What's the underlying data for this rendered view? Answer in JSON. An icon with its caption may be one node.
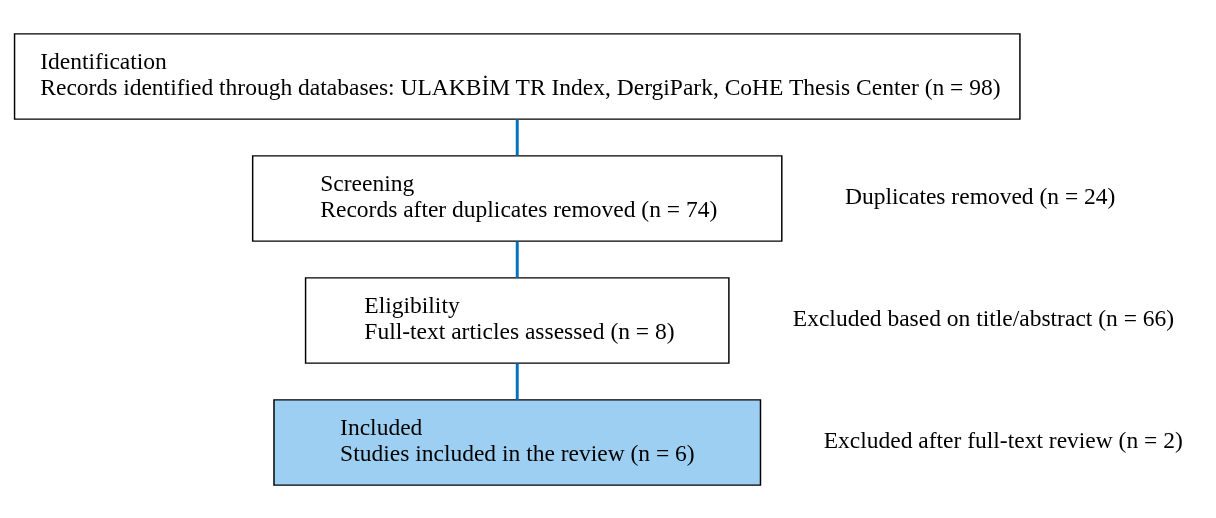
{
  "diagram": {
    "nodes": [
      {
        "text": [
          "Identification",
          "Records identified through databases: ULAKBİM TR Index, DergiPark, CoHE Thesis Center (n = 98)"
        ]
      },
      {
        "text": [
          "Screening",
          "Records after duplicates removed (n = 74)"
        ]
      },
      {
        "text": [
          "Eligibility",
          "Full-text articles assessed (n = 8)"
        ]
      },
      {
        "text": [
          "Included",
          "Studies included in the review (n = 6)"
        ]
      }
    ],
    "edges": [
      {
        "from": 0,
        "to": 1,
        "arrow": "none",
        "color": "#0070c0"
      },
      {
        "from": 1,
        "to": 2,
        "arrow": "none",
        "color": "#0070c0"
      },
      {
        "from": 2,
        "to": 3,
        "arrow": "none",
        "color": "#0070c0"
      }
    ],
    "labels": [
      "Duplicates removed (n = 24)",
      "Excluded based on title/abstract (n = 66)",
      "Excluded after full-text review (n = 2)"
    ]
  }
}
